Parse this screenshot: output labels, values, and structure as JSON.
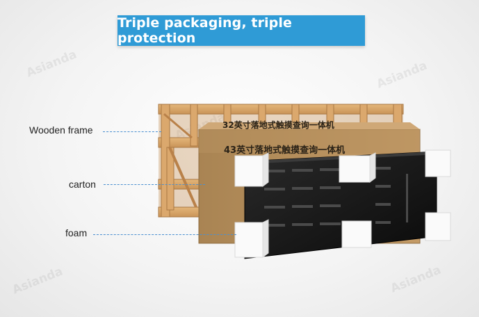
{
  "banner": {
    "title": "Triple packaging, triple protection"
  },
  "labels": {
    "wooden_frame": "Wooden frame",
    "carton": "carton",
    "foam": "foam"
  },
  "watermark": "Asianda",
  "box_print": {
    "back": "32英寸落地式触摸查询一体机",
    "front": "43英寸落地式触摸查询一体机"
  },
  "colors": {
    "banner_bg": "#2f9bd6",
    "wood": "#d9a96a",
    "carton": "#b88f5c",
    "leader": "#4a8fd0"
  }
}
